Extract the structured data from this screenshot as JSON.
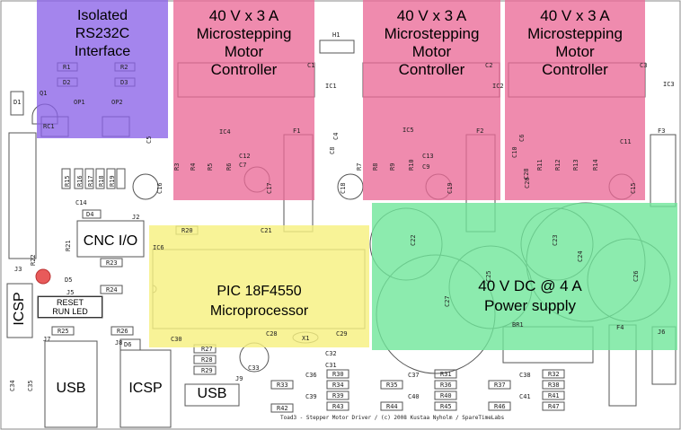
{
  "colors": {
    "isolated": "#8a63e8",
    "motor": "#ea6a97",
    "pic": "#f7f080",
    "power": "#6fe69a",
    "pad": "#e8e8e8",
    "line": "#555555"
  },
  "blocks": {
    "isolated": [
      "Isolated",
      "RS232C",
      "Interface"
    ],
    "motor1": [
      "40 V x 3 A",
      "Microstepping",
      "Motor",
      "Controller"
    ],
    "motor2": [
      "40 V x 3 A",
      "Microstepping",
      "Motor",
      "Controller"
    ],
    "motor3": [
      "40 V x 3 A",
      "Microstepping",
      "Motor",
      "Controller"
    ],
    "pic": [
      "PIC 18F4550",
      "Microprocessor"
    ],
    "power": [
      "40 V DC @ 4 A",
      "Power supply"
    ]
  },
  "connectors": {
    "cnc_io": "CNC I/O",
    "icsp_left": "ICSP",
    "usb_left": "USB",
    "icsp_bottom": "ICSP",
    "usb_bottom": "USB",
    "reset_line1": "RESET",
    "reset_line2": "RUN LED"
  },
  "silkscreen": {
    "footer": "Toad3 - Stepper Motor Driver / (c) 2008 Kustaa Nyholm / SpareTimeLabs",
    "r1": "R1",
    "r2": "R2",
    "d2": "D2",
    "d3": "D3",
    "op1": "OP1",
    "op2": "OP2",
    "d1": "D1",
    "q1": "Q1",
    "rc1": "RC1",
    "h1": "H1",
    "ic1": "IC1",
    "ic2": "IC2",
    "ic3": "IC3",
    "ic4": "IC4",
    "ic5": "IC5",
    "ic6": "IC6",
    "f1": "F1",
    "f2": "F2",
    "f3": "F3",
    "f4": "F4",
    "j2": "J2",
    "j3": "J3",
    "j5": "J5",
    "j6": "J6",
    "j7": "J7",
    "j8": "J8",
    "j9": "J9",
    "d4": "D4",
    "d5": "D5",
    "d6": "D6",
    "r15": "R15",
    "r16": "R16",
    "r17": "R17",
    "r19": "R19",
    "r18": "R18",
    "r20": "R20",
    "r21": "R21",
    "r22": "R22",
    "r23": "R23",
    "r24": "R24",
    "r25": "R25",
    "r26": "R26",
    "r27": "R27",
    "r28": "R28",
    "r29": "R29",
    "r3": "R3",
    "r4": "R4",
    "r5": "R5",
    "r6": "R6",
    "r7": "R7",
    "r8": "R8",
    "r9": "R9",
    "r10": "R10",
    "r11": "R11",
    "r12": "R12",
    "r13": "R13",
    "r14": "R14",
    "c5": "C5",
    "c4": "C4",
    "c6": "C6",
    "c7": "C7",
    "c8": "C8",
    "c9": "C9",
    "c10": "C10",
    "c11": "C11",
    "c12": "C12",
    "c13": "C13",
    "c14": "C14",
    "c15": "C15",
    "c16": "C16",
    "c17": "C17",
    "c18": "C18",
    "c19": "C19",
    "c20": "C20",
    "c21": "C21",
    "c22": "C22",
    "c23": "C23",
    "c24": "C24",
    "c25": "C25",
    "c26": "C26",
    "c27": "C27",
    "c28": "C28",
    "c29": "C29",
    "c30": "C30",
    "c31": "C31",
    "c32": "C32",
    "c33": "C33",
    "c34": "C34",
    "c35": "C35",
    "c36": "C36",
    "c37": "C37",
    "c38": "C38",
    "c39": "C39",
    "c40": "C40",
    "c41": "C41",
    "x1": "X1",
    "br1": "BR1",
    "c1": "C1",
    "c2": "C2",
    "c3": "C3",
    "r30": "R30",
    "r31": "R31",
    "r32": "R32",
    "r33": "R33",
    "r34": "R34",
    "r35": "R35",
    "r36": "R36",
    "r37": "R37",
    "r38": "R38",
    "r39": "R39",
    "r40": "R40",
    "r41": "R41",
    "r42": "R42",
    "r43": "R43",
    "r44": "R44",
    "r45": "R45",
    "r46": "R46",
    "r47": "R47"
  }
}
